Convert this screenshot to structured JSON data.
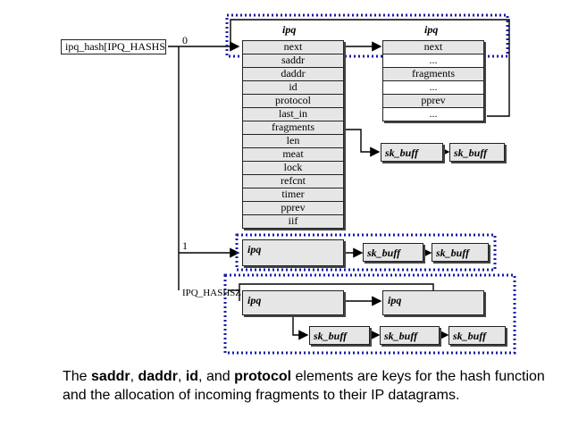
{
  "hash_table": {
    "label": "ipq_hash[IPQ_HASHSZ]",
    "index_0": "0",
    "index_1": "1",
    "index_last": "IPQ_HASHSZ"
  },
  "ipq_main": {
    "title": "ipq",
    "fields": [
      "next",
      "saddr",
      "daddr",
      "id",
      "protocol",
      "last_in",
      "fragments",
      "len",
      "meat",
      "lock",
      "refcnt",
      "timer",
      "pprev",
      "iif"
    ]
  },
  "ipq_second": {
    "title": "ipq",
    "fields": [
      "next",
      "...",
      "fragments",
      "...",
      "pprev",
      "..."
    ]
  },
  "row_1": {
    "ipq": "ipq",
    "skb": [
      "sk_buff",
      "sk_buff"
    ]
  },
  "row_0_skb": [
    "sk_buff",
    "sk_buff"
  ],
  "row_last": {
    "ipq_a": "ipq",
    "ipq_b": "ipq",
    "skb": [
      "sk_buff",
      "sk_buff",
      "sk_buff"
    ]
  },
  "caption": {
    "t1": "The ",
    "k1": "saddr",
    "t2": ", ",
    "k2": "daddr",
    "t3": ", ",
    "k3": "id",
    "t4": ", and ",
    "k4": "protocol",
    "t5": " elements are keys for the hash function and the allocation of incoming fragments to their IP datagrams."
  },
  "colors": {
    "highlight": "#1a1aa6",
    "cell_fill": "#e6e6e6"
  }
}
